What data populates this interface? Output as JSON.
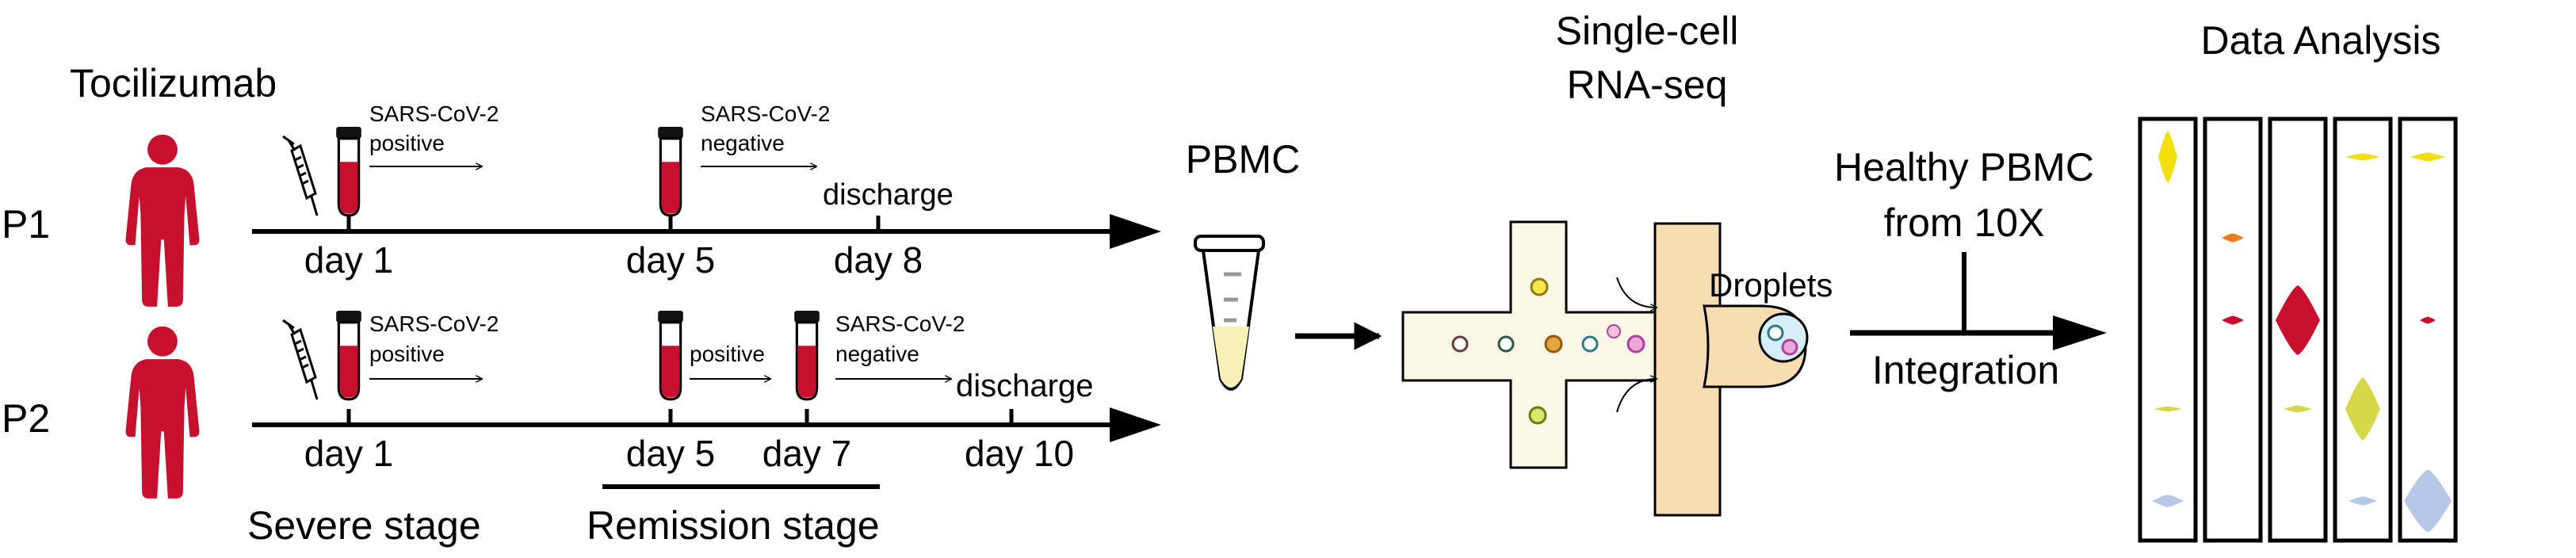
{
  "drug": "Tocilizumab",
  "patients": [
    {
      "id": "P1",
      "days": [
        "day 1",
        "day 5",
        "day 8"
      ],
      "events": [
        {
          "line1": "SARS-CoV-2",
          "line2": "positive"
        },
        {
          "line1": "SARS-CoV-2",
          "line2": "negative"
        }
      ],
      "discharge": "discharge"
    },
    {
      "id": "P2",
      "days": [
        "day 1",
        "day 5",
        "day 7",
        "day 10"
      ],
      "events": [
        {
          "line1": "SARS-CoV-2",
          "line2": "positive"
        },
        {
          "line1": "positive"
        },
        {
          "line1": "SARS-CoV-2",
          "line2": "negative"
        }
      ],
      "discharge": "discharge"
    }
  ],
  "stages": [
    "Severe stage",
    "Remission stage"
  ],
  "sample": "PBMC",
  "sequencing": {
    "line1": "Single-cell",
    "line2": "RNA-seq",
    "droplets": "Droplets"
  },
  "reference": {
    "line1": "Healthy PBMC",
    "line2": "from 10X"
  },
  "integration": "Integration",
  "analysis": {
    "title": "Data Analysis",
    "colors": [
      "#f2df10",
      "#f07a1c",
      "#c8102e",
      "#d8d74a",
      "#b6c8e8"
    ]
  }
}
